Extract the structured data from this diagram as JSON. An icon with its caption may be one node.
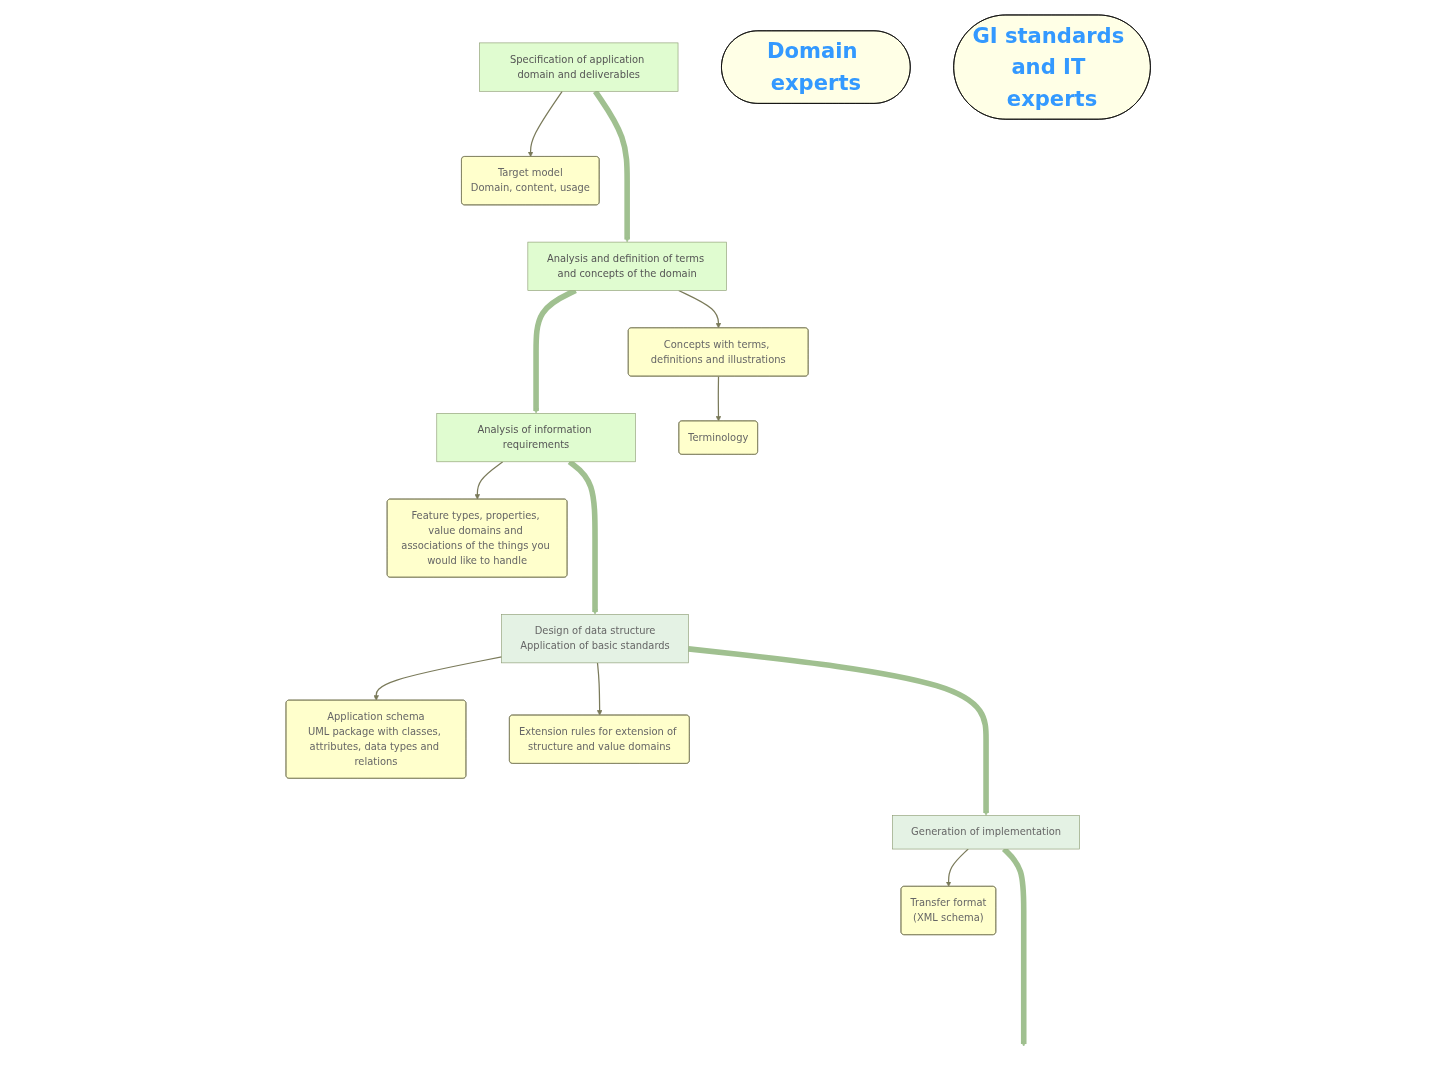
{
  "diagram": {
    "nodes": [
      {
        "text": [
          "Specification of application domain and deliverables"
        ]
      },
      {
        "text": [
          "Target model",
          "Domain, content, usage"
        ]
      },
      {
        "text": [
          "Analysis and definition of terms and concepts of the domain"
        ]
      },
      {
        "text": [
          "Concepts with terms, definitions and illustrations"
        ]
      },
      {
        "text": [
          "Terminology"
        ]
      },
      {
        "text": [
          "Analysis of information requirements"
        ]
      },
      {
        "text": [
          "Feature types, properties, value domains and associations of the things you would like to handle"
        ]
      },
      {
        "text": [
          "Design of data structure",
          "Application of basic standards"
        ]
      },
      {
        "text": [
          "Application schema",
          "UML package with classes, attributes, data types and relations"
        ]
      },
      {
        "text": [
          "Extension rules for extension of structure and value domains"
        ]
      },
      {
        "text": [
          "Generation of implementation"
        ]
      },
      {
        "text": [
          "Transfer format",
          "(XML schema)"
        ]
      },
      {
        "text": [
          "Domain experts"
        ]
      },
      {
        "text": [
          "GI standards and IT experts"
        ]
      }
    ],
    "edges": [
      {
        "from": 0,
        "to": 2,
        "arrow": "to",
        "style": "thick"
      },
      {
        "from": 2,
        "to": 5,
        "arrow": "to",
        "style": "thick"
      },
      {
        "from": 5,
        "to": 7,
        "arrow": "to",
        "style": "thick"
      },
      {
        "from": 7,
        "to": 10,
        "arrow": "to",
        "style": "thick"
      },
      {
        "from": 10,
        "to": null,
        "arrow": "to",
        "style": "thick"
      },
      {
        "from": 0,
        "to": 1,
        "arrow": "to"
      },
      {
        "from": 2,
        "to": 3,
        "arrow": "to"
      },
      {
        "from": 3,
        "to": 4,
        "arrow": "to"
      },
      {
        "from": 5,
        "to": 6,
        "arrow": "to"
      },
      {
        "from": 7,
        "to": 8,
        "arrow": "to"
      },
      {
        "from": 7,
        "to": 9,
        "arrow": "to"
      },
      {
        "from": 10,
        "to": 11,
        "arrow": "to"
      }
    ]
  }
}
